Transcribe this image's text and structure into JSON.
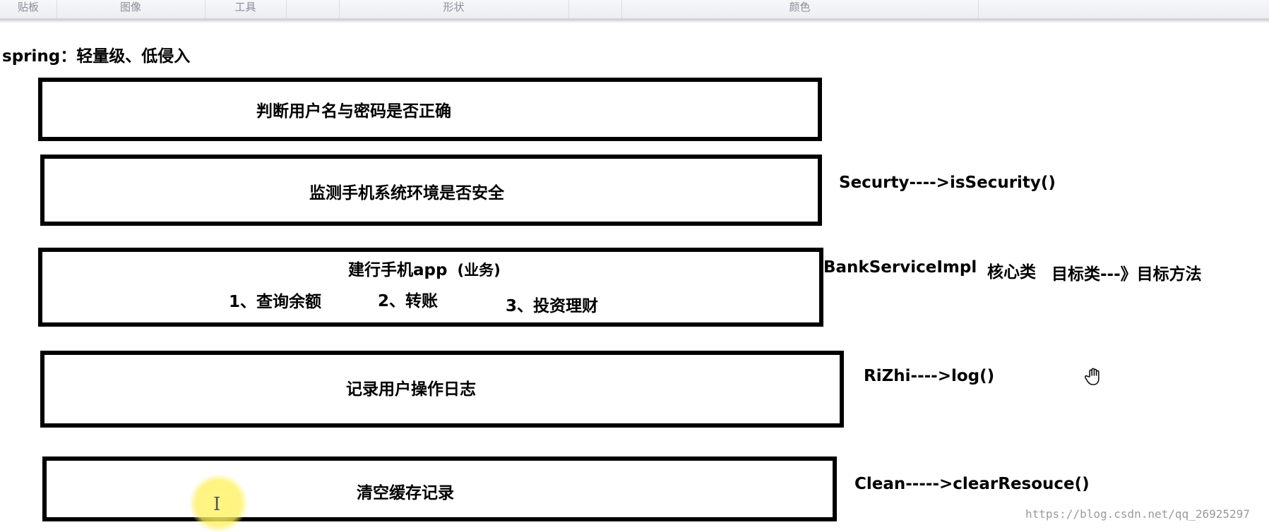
{
  "ribbon": {
    "groups": [
      "贴板",
      "图像",
      "工具",
      "",
      "形状",
      "",
      "颜色",
      ""
    ]
  },
  "heading": "spring：轻量级、低侵入",
  "boxes": [
    {
      "title": "判断用户名与密码是否正确"
    },
    {
      "title": "监测手机系统环境是否安全"
    },
    {
      "title": "建行手机app",
      "suffix": "(业务)",
      "items": [
        "1、查询余额",
        "2、转账",
        "3、投资理财"
      ]
    },
    {
      "title": "记录用户操作日志"
    },
    {
      "title": "清空缓存记录"
    }
  ],
  "notes": {
    "security": "Securty---->isSecurity()",
    "bank_class": "BankServiceImpl",
    "core_class": "核心类",
    "target": "目标类---》目标方法",
    "rizhi": "RiZhi---->log()",
    "clean": "Clean----->clearResouce()"
  },
  "cursor_icons": [
    "text-cursor-icon",
    "hand-cursor-icon"
  ],
  "watermark": "https://blog.csdn.net/qq_26925297"
}
